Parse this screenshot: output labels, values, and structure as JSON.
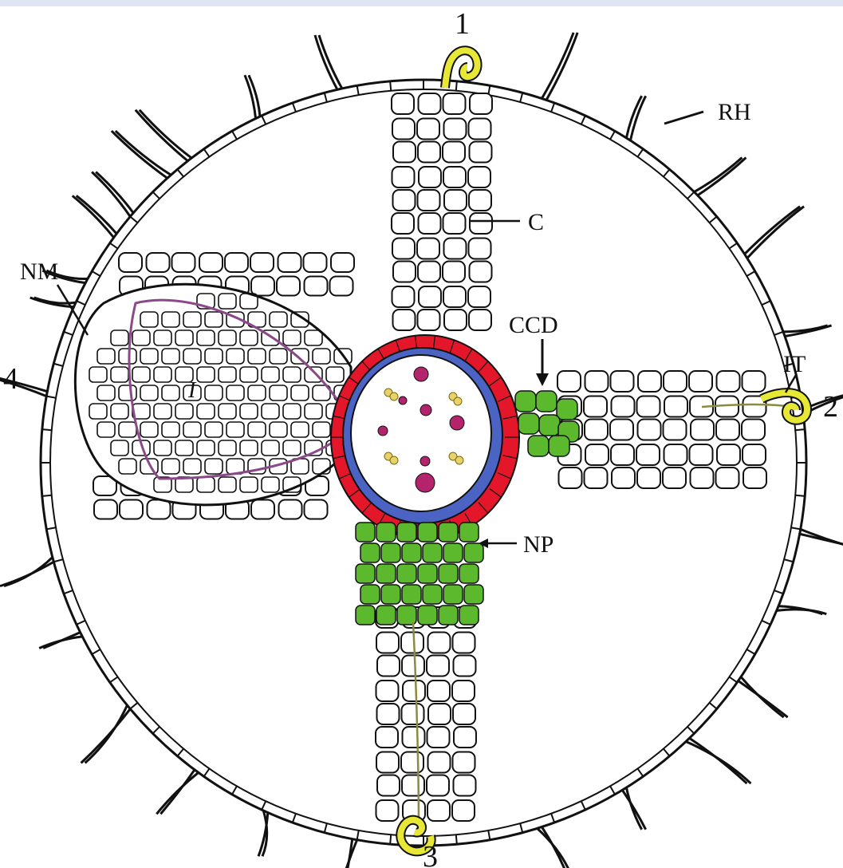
{
  "labels": {
    "zone_1": "1",
    "zone_2": "2",
    "zone_3": "3",
    "zone_4": "4",
    "root_hair": "RH",
    "cortex": "C",
    "nodule_meristem": "NM",
    "cortical_cell_division": "CCD",
    "infection_thread": "IT",
    "nodule_primordium": "NP",
    "infection_zone": "I"
  },
  "colors": {
    "outline": "#111111",
    "endodermis": "#e3162a",
    "pericycle": "#4b64c4",
    "primordium": "#5cb82c",
    "rhizobia": "#e7e735",
    "vascular": "#b3246c",
    "nodule_boundary": "#8a4a8a"
  }
}
